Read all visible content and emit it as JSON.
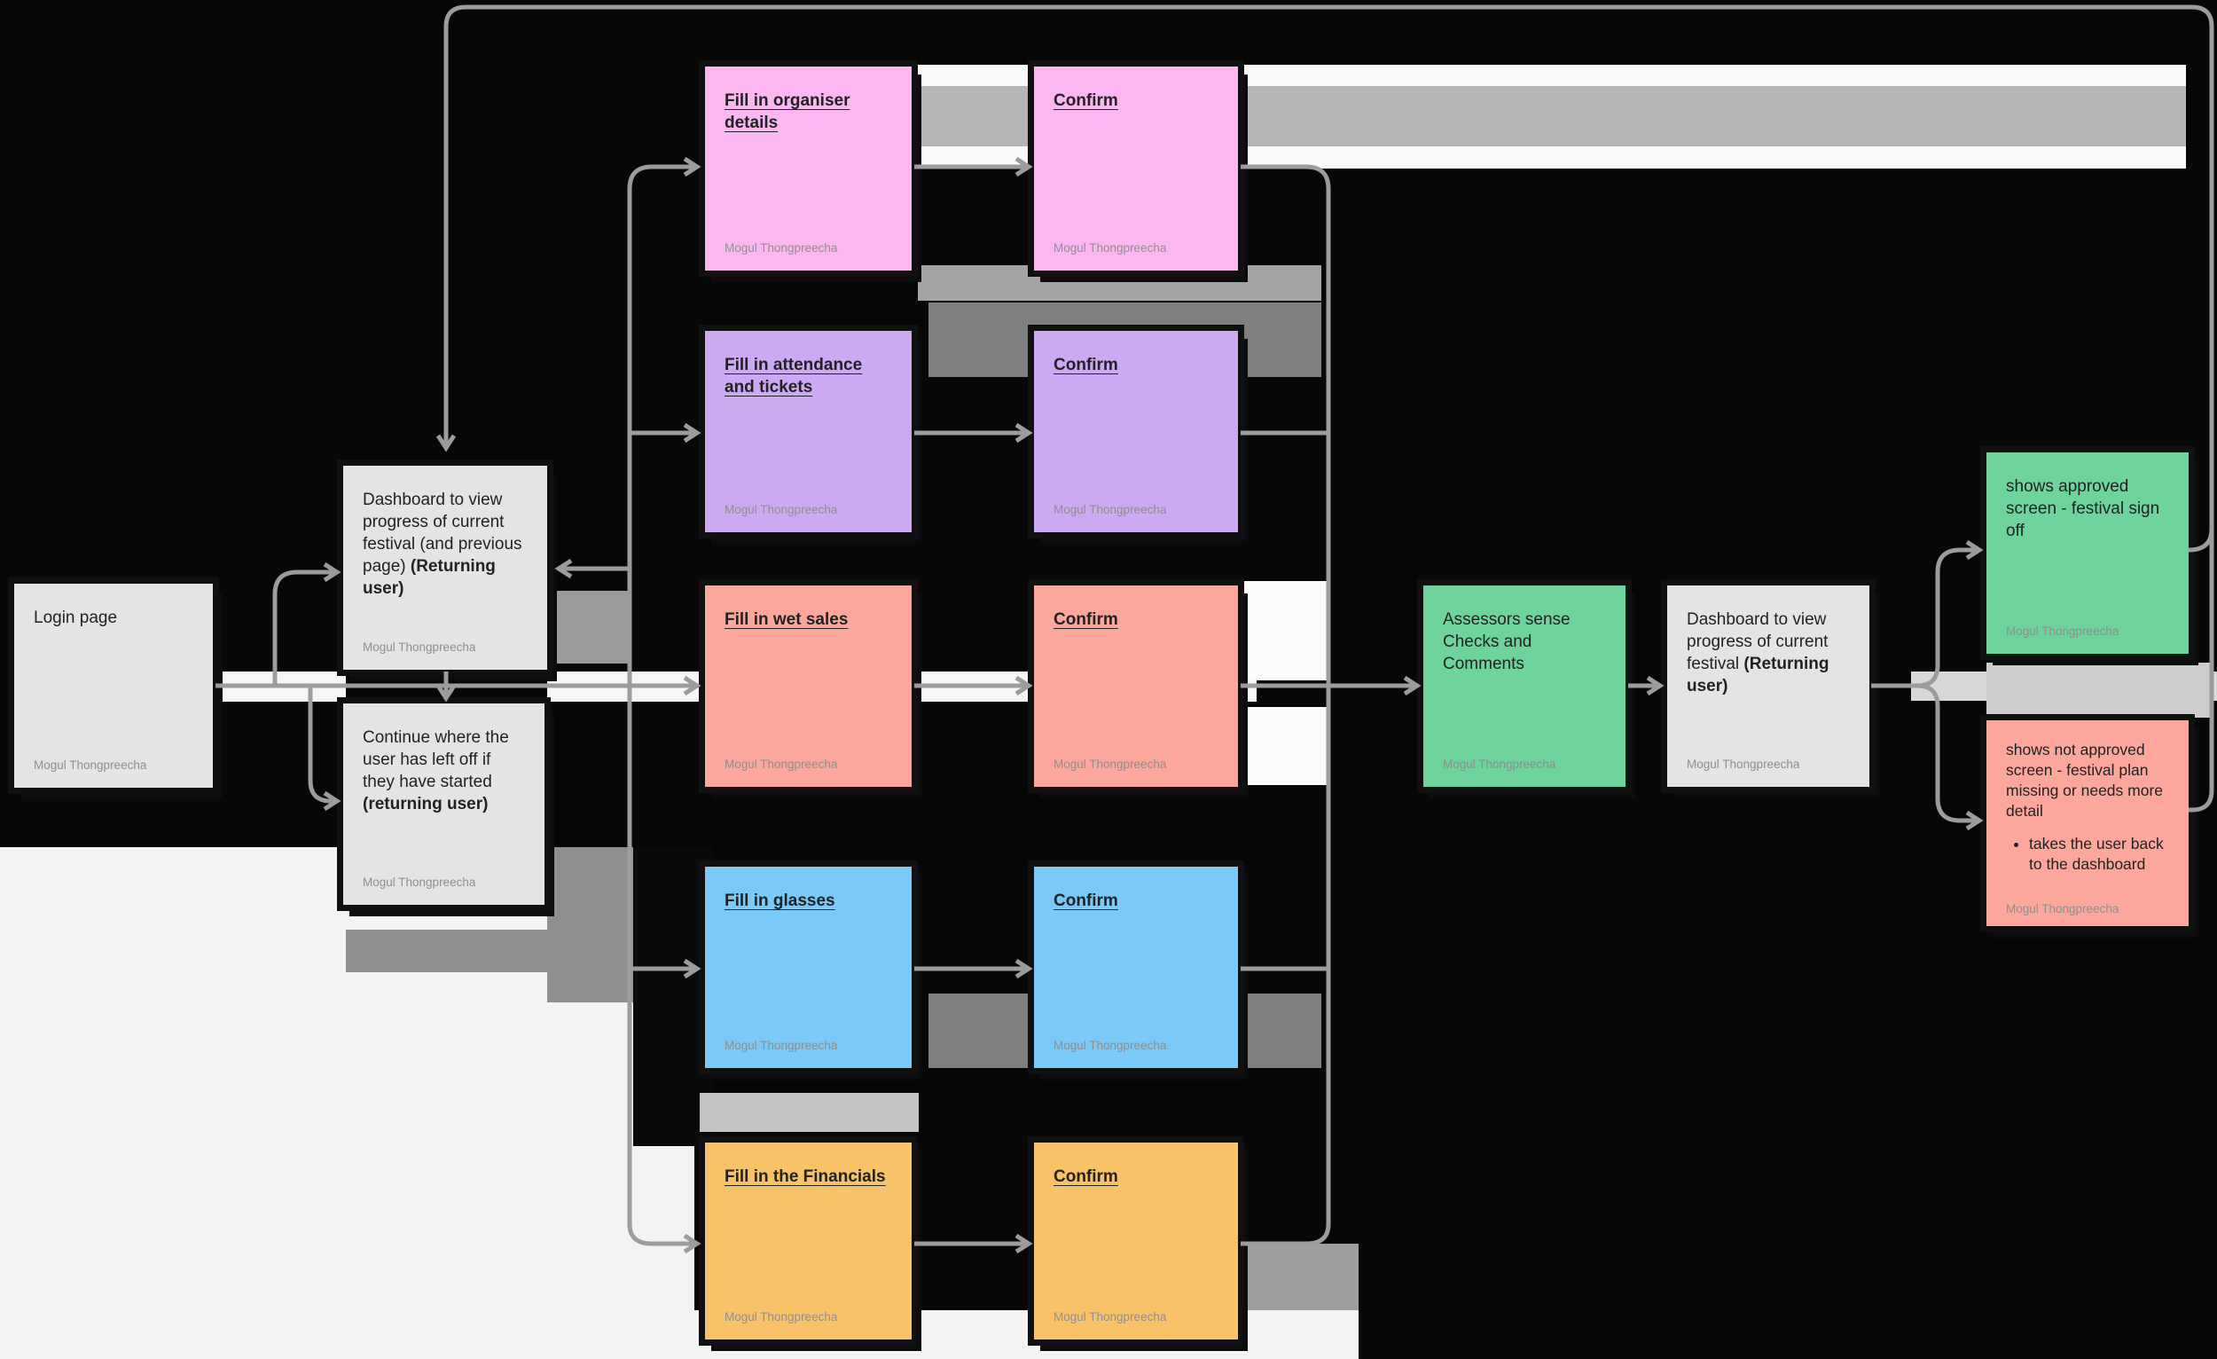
{
  "author": "Mogul Thongpreecha",
  "palette": {
    "background": "#070707",
    "sticky_gray": "#e4e4e4",
    "sticky_pink": "#fbb7f0",
    "sticky_purple": "#cda9f2",
    "sticky_salmon": "#fba79b",
    "sticky_blue": "#7bc9f6",
    "sticky_orange": "#f7c268",
    "sticky_green": "#6fd39c",
    "connector_gray": "#9c9c9c",
    "attribution_gray": "#8f8f8f",
    "band_gray": "#b5b5b5",
    "white_area": "#f3f3f3"
  },
  "stickies": [
    {
      "id": "login-page",
      "title": "Login page",
      "color": "gray"
    },
    {
      "id": "dashboard-1",
      "title": "Dashboard to view progress of current festival (and previous page) ",
      "title_bold": "(Returning user)",
      "color": "gray"
    },
    {
      "id": "continue-where-left-off",
      "title": "Continue where the user has left off if they have started ",
      "title_bold": "(returning user)",
      "color": "gray"
    },
    {
      "id": "fill-in-organiser-details",
      "title": "Fill in organiser details",
      "color": "pink",
      "underlined": true
    },
    {
      "id": "confirm-organiser",
      "title": "Confirm",
      "color": "pink",
      "underlined": true
    },
    {
      "id": "fill-in-attendance-and-tickets",
      "title": "Fill in attendance and tickets",
      "color": "purple",
      "underlined": true
    },
    {
      "id": "confirm-attendance",
      "title": "Confirm",
      "color": "purple",
      "underlined": true
    },
    {
      "id": "fill-in-wet-sales",
      "title": "Fill in wet sales",
      "color": "salmon",
      "underlined": true
    },
    {
      "id": "confirm-wet-sales",
      "title": "Confirm",
      "color": "salmon",
      "underlined": true
    },
    {
      "id": "fill-in-glasses",
      "title": "Fill in glasses",
      "color": "blue",
      "underlined": true
    },
    {
      "id": "confirm-glasses",
      "title": "Confirm",
      "color": "blue",
      "underlined": true
    },
    {
      "id": "fill-in-the-financials",
      "title": "Fill in the Financials",
      "color": "orange",
      "underlined": true
    },
    {
      "id": "confirm-financials",
      "title": "Confirm",
      "color": "orange",
      "underlined": true
    },
    {
      "id": "assessors-sense-checks",
      "title": "Assessors sense Checks and Comments",
      "color": "green"
    },
    {
      "id": "dashboard-2",
      "title": "Dashboard to view progress of current festival ",
      "title_bold": "(Returning user)",
      "color": "gray"
    },
    {
      "id": "approved-screen",
      "title": "shows approved screen - festival sign off",
      "color": "green"
    },
    {
      "id": "not-approved-screen",
      "title": "shows not approved screen - festival plan missing or needs more detail",
      "bullet": "takes the user back to the dashboard",
      "color": "salmon"
    }
  ],
  "connections": [
    {
      "from": "login-page",
      "to": "dashboard-1"
    },
    {
      "from": "login-page",
      "to": "continue-where-left-off"
    },
    {
      "from": "dashboard-1",
      "to": "continue-where-left-off"
    },
    {
      "from": "continue-where-left-off",
      "to": "fill-in-organiser-details"
    },
    {
      "from": "continue-where-left-off",
      "to": "fill-in-attendance-and-tickets"
    },
    {
      "from": "continue-where-left-off",
      "to": "fill-in-wet-sales"
    },
    {
      "from": "continue-where-left-off",
      "to": "fill-in-glasses"
    },
    {
      "from": "continue-where-left-off",
      "to": "fill-in-the-financials"
    },
    {
      "from": "fill-in-trunk",
      "to": "dashboard-1"
    },
    {
      "from": "fill-in-organiser-details",
      "to": "confirm-organiser"
    },
    {
      "from": "fill-in-attendance-and-tickets",
      "to": "confirm-attendance"
    },
    {
      "from": "fill-in-wet-sales",
      "to": "confirm-wet-sales"
    },
    {
      "from": "fill-in-glasses",
      "to": "confirm-glasses"
    },
    {
      "from": "fill-in-the-financials",
      "to": "confirm-financials"
    },
    {
      "from": "confirm-stickies",
      "to": "assessors-sense-checks"
    },
    {
      "from": "assessors-sense-checks",
      "to": "dashboard-2"
    },
    {
      "from": "dashboard-2",
      "to": "approved-screen"
    },
    {
      "from": "dashboard-2",
      "to": "not-approved-screen"
    },
    {
      "from": "not-approved-screen",
      "to": "dashboard-1"
    }
  ]
}
